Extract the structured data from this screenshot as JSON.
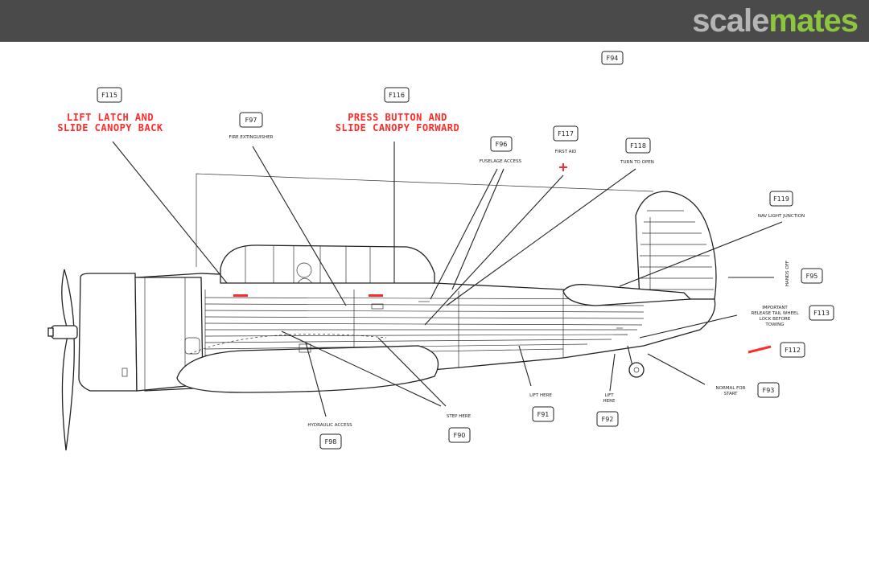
{
  "brand": {
    "part1": "scale",
    "part2": "mates"
  },
  "callouts": [
    {
      "ref": "F115",
      "note": [
        "LIFT LATCH AND",
        "SLIDE CANOPY BACK"
      ],
      "red": true
    },
    {
      "ref": "F116",
      "note": [
        "PRESS BUTTON AND",
        "SLIDE CANOPY FORWARD"
      ],
      "red": true
    },
    {
      "ref": "F97",
      "note": [
        "FIRE EXTINGUISHER"
      ]
    },
    {
      "ref": "F96",
      "note": [
        "FUSELAGE ACCESS"
      ]
    },
    {
      "ref": "F117",
      "note": [
        "FIRST AID"
      ]
    },
    {
      "ref": "F118",
      "note": [
        "TURN TO OPEN"
      ]
    },
    {
      "ref": "F119",
      "note": [
        "NAV LIGHT JUNCTION"
      ]
    },
    {
      "ref": "F95",
      "note": [
        "HANDS OFF"
      ]
    },
    {
      "ref": "F113",
      "note": [
        "IMPORTANT",
        "RELEASE TAIL WHEEL",
        "LOCK BEFORE",
        "TOWING"
      ]
    },
    {
      "ref": "F112",
      "note": []
    },
    {
      "ref": "F93",
      "note": [
        "NORMAL FOR",
        "START"
      ]
    },
    {
      "ref": "F92",
      "note": [
        "LIFT",
        "HERE"
      ]
    },
    {
      "ref": "F91",
      "note": [
        "LIFT HERE"
      ]
    },
    {
      "ref": "F90",
      "note": [
        "STEP HERE"
      ]
    },
    {
      "ref": "F98",
      "note": [
        "HYDRAULIC ACCESS"
      ]
    },
    {
      "ref": "F94",
      "note": []
    }
  ],
  "colors": {
    "accent_red": "#ff2a2a",
    "logo_green": "#8cc63f",
    "logo_grey": "#b5b5b5",
    "header_bg": "#4a4a4a"
  }
}
